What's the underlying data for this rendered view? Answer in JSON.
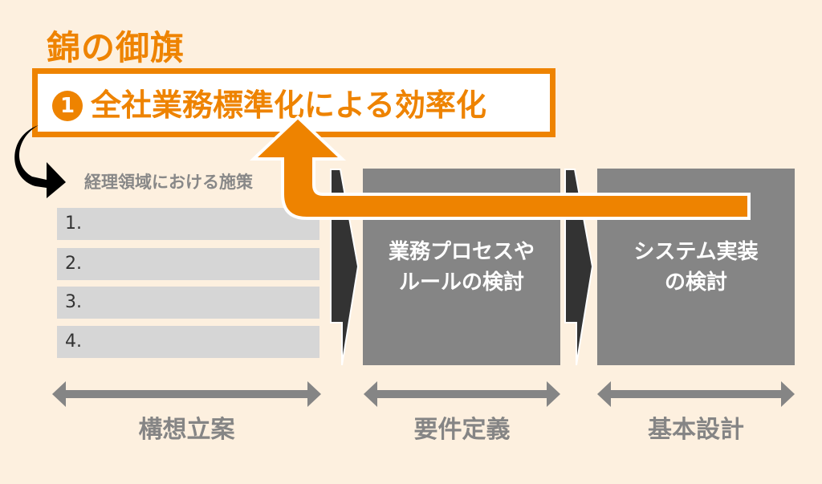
{
  "title": "錦の御旗",
  "banner": {
    "number": "1",
    "text": "全社業務標準化による効率化"
  },
  "subheading": "経理領域における施策",
  "list_items": [
    "1.",
    "2.",
    "3.",
    "4."
  ],
  "boxes": [
    {
      "line1": "業務プロセスや",
      "line2": "ルールの検討"
    },
    {
      "line1": "システム実装",
      "line2": "の検討"
    }
  ],
  "phases": [
    "構想立案",
    "要件定義",
    "基本設計"
  ],
  "colors": {
    "accent": "#ee8300",
    "gray": "#858585",
    "background": "#fdf0df",
    "chevron": "#333333"
  }
}
